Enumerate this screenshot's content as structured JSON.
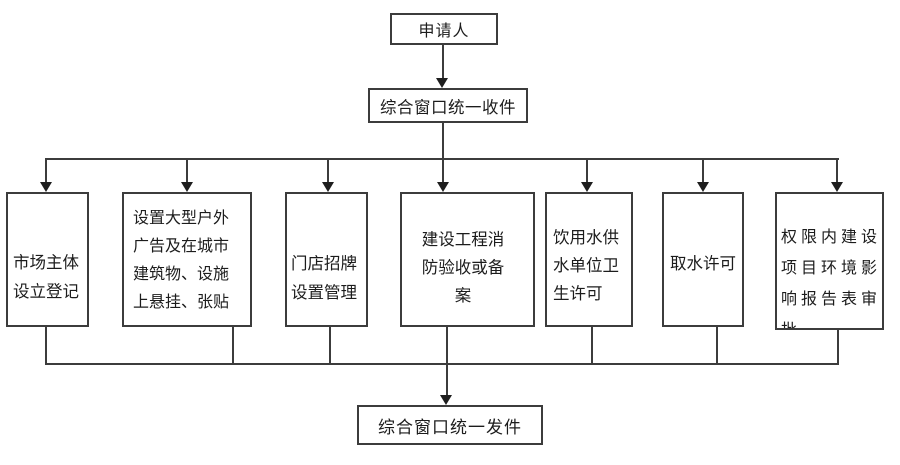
{
  "diagram": {
    "top": {
      "applicant": "申请人",
      "intake": "综合窗口统一收件"
    },
    "items": {
      "market": "市场主体\n设立登记",
      "outdoor_ad": "设置大型户外\n广告及在城市\n建筑物、设施\n上悬挂、张贴",
      "signboard": "门店招牌\n设置管理",
      "fire": "建设工程消\n防验收或备\n案",
      "drinking_water": "饮用水供\n水单位卫\n生许可",
      "water_permit": "取水许可",
      "env_report": "权限内建设\n项目环境影\n响报告表审\n批"
    },
    "bottom": {
      "dispatch": "综合窗口统一发件"
    },
    "colors": {
      "line": "#3c3c3c",
      "arrow": "#1e1e1e",
      "background": "#ffffff",
      "text": "#1c1c1c"
    }
  }
}
